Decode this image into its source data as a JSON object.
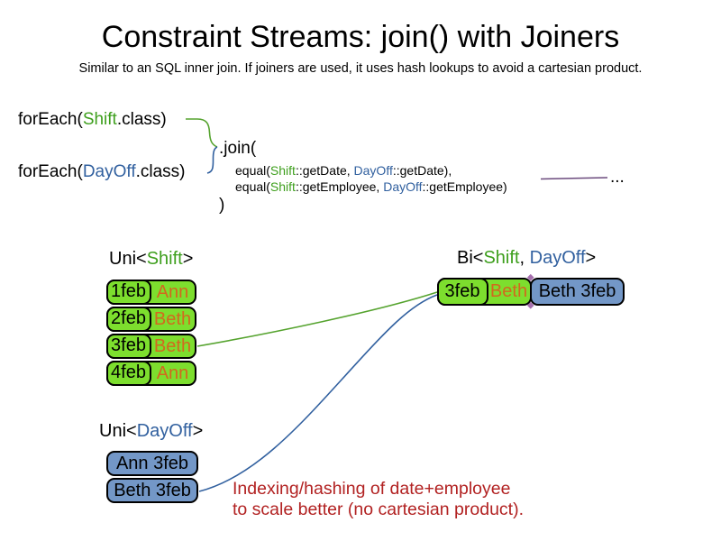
{
  "title": "Constraint Streams: join() with Joiners",
  "subtitle": "Similar to an SQL inner join. If joiners are used, it uses hash lookups to avoid a cartesian product.",
  "colors": {
    "shift_green_fill": "#7dde2e",
    "dayoff_blue_fill": "#7397c7",
    "shift_green_text": "#3e9f1d",
    "dayoff_blue_text": "#31609f",
    "employee_orange_text": "#d2691e",
    "annotation_red": "#b22222",
    "reference_purple": "#6b4a7d"
  },
  "code": {
    "foreach_shift": {
      "prefix": "forEach(",
      "class_name": "Shift",
      "suffix": ".class)"
    },
    "foreach_dayoff": {
      "prefix": "forEach(",
      "class_name": "DayOff",
      "suffix": ".class)"
    },
    "join_open": ".join(",
    "joiner1": {
      "prefix": "equal(",
      "left_class": "Shift",
      "left_rest": "::getDate, ",
      "right_class": "DayOff",
      "right_rest": "::getDate),"
    },
    "joiner2": {
      "prefix": "equal(",
      "left_class": "Shift",
      "left_rest": "::getEmployee, ",
      "right_class": "DayOff",
      "right_rest": "::getEmployee)"
    },
    "join_close": ")",
    "ellipsis": "..."
  },
  "shift_table": {
    "header": {
      "prefix": "Uni<",
      "type": "Shift",
      "suffix": ">"
    },
    "rows": [
      {
        "date": "1feb",
        "employee": "Ann"
      },
      {
        "date": "2feb",
        "employee": "Beth"
      },
      {
        "date": "3feb",
        "employee": "Beth"
      },
      {
        "date": "4feb",
        "employee": "Ann"
      }
    ]
  },
  "dayoff_table": {
    "header": {
      "prefix": "Uni<",
      "type": "DayOff",
      "suffix": ">"
    },
    "rows": [
      {
        "label": "Ann 3feb"
      },
      {
        "label": "Beth 3feb"
      }
    ]
  },
  "bi_table": {
    "header": {
      "prefix": "Bi<",
      "type1": "Shift",
      "separator": ", ",
      "type2": "DayOff",
      "suffix": ">"
    },
    "row": {
      "shift_date": "3feb",
      "shift_employee": "Beth",
      "dayoff": "Beth 3feb"
    }
  },
  "annotation": {
    "line1": "Indexing/hashing of date+employee",
    "line2": "to scale better (no cartesian product)."
  }
}
